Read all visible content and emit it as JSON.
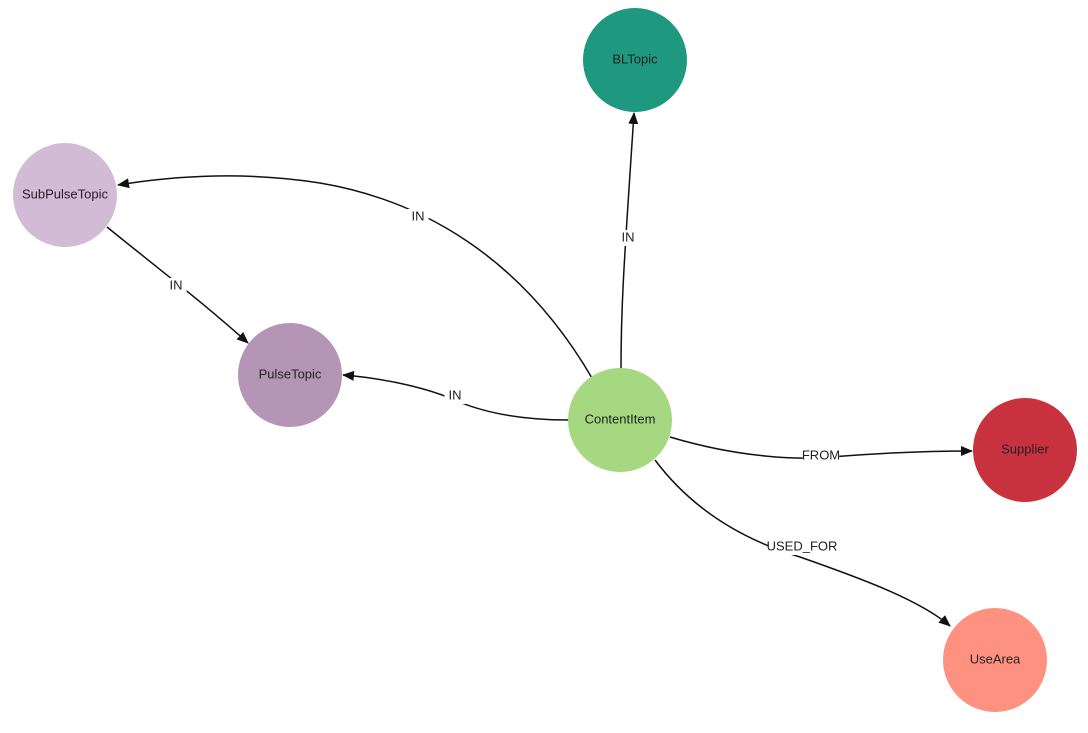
{
  "graph": {
    "nodes": [
      {
        "id": "content_item",
        "label": "ContentItem",
        "color": "#a5d880"
      },
      {
        "id": "bl_topic",
        "label": "BLTopic",
        "color": "#1f9880"
      },
      {
        "id": "sub_pulse_topic",
        "label": "SubPulseTopic",
        "color": "#d2bcd5"
      },
      {
        "id": "pulse_topic",
        "label": "PulseTopic",
        "color": "#b595b5"
      },
      {
        "id": "supplier",
        "label": "Supplier",
        "color": "#c8323e"
      },
      {
        "id": "use_area",
        "label": "UseArea",
        "color": "#ff9180"
      }
    ],
    "edges": [
      {
        "id": "ci_bl",
        "from": "content_item",
        "to": "bl_topic",
        "label": "IN"
      },
      {
        "id": "ci_sub",
        "from": "content_item",
        "to": "sub_pulse_topic",
        "label": "IN"
      },
      {
        "id": "sub_pulse",
        "from": "sub_pulse_topic",
        "to": "pulse_topic",
        "label": "IN"
      },
      {
        "id": "ci_pulse",
        "from": "content_item",
        "to": "pulse_topic",
        "label": "IN"
      },
      {
        "id": "ci_sup",
        "from": "content_item",
        "to": "supplier",
        "label": "FROM"
      },
      {
        "id": "ci_use",
        "from": "content_item",
        "to": "use_area",
        "label": "USED_FOR"
      }
    ]
  }
}
